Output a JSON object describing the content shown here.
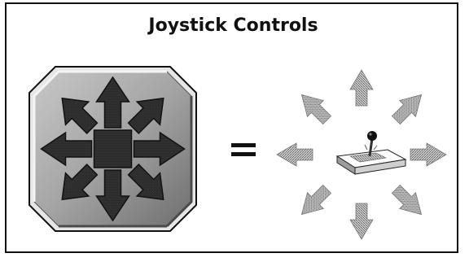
{
  "header": {
    "title": "Joystick Controls"
  },
  "dpad": {
    "icon": "eight-direction-dpad",
    "directions": [
      "up",
      "up-right",
      "right",
      "down-right",
      "down",
      "down-left",
      "left",
      "up-left"
    ]
  },
  "joystick_diagram": {
    "icon": "joystick",
    "directions": [
      "up",
      "up-right",
      "right",
      "down-right",
      "down",
      "down-left",
      "left",
      "up-left"
    ]
  },
  "colors": {
    "dark_arrow": "#2a2a2a",
    "pad_face": "#9a9a9a",
    "hatch_arrow": "#8a8a8a",
    "border": "#111111"
  }
}
